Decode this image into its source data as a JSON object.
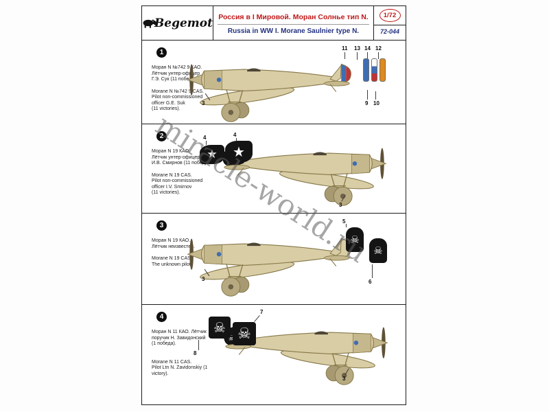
{
  "header": {
    "brand": "Begemot",
    "title_ru": "Россия в I Мировой. Моран Солнье тип N.",
    "title_en": "Russia in WW I.  Morane Saulnier type N.",
    "scale_badge": "1/72",
    "product_code": "72-044"
  },
  "watermark": "miracle-world.ru",
  "colors": {
    "accent_red": "#c01818",
    "navy": "#233180",
    "roundel_blue": "#3f6db3",
    "flag_red": "#bf3434",
    "orange": "#dd8a1f",
    "tan": "#d9cda6",
    "tan_dark": "#c6b88d",
    "outline": "#857747",
    "marking_black": "#161616"
  },
  "sections": [
    {
      "number": "1",
      "text_ru": "Моран N  №742 9 КАО.\nЛётчик унтер-офицер\nГ.Э. Сук (11 побед).",
      "text_en": "Morane N  №742 9 CAS.\nPilot non-commissioned\nofficer  G.E. Suk\n(11 victories).",
      "plane": {
        "facing": "left",
        "tail": "tricolor"
      },
      "callouts": [
        {
          "label": "11"
        },
        {
          "label": "13"
        },
        {
          "label": "14"
        },
        {
          "label": "12"
        },
        {
          "label": "9"
        },
        {
          "label": "10"
        },
        {
          "label": "3"
        }
      ]
    },
    {
      "number": "2",
      "text_ru": "Моран N  19 КАО.\nЛётчик унтер-офицер\nИ.В. Смирнов (11 побед).",
      "text_en": "Morane N  19 CAS.\nPilot non-commissioned\nofficer  I.V. Smirnov\n(11 victories).",
      "plane": {
        "facing": "right",
        "tail": "blackstar"
      },
      "decals": [
        {
          "symbol": "★"
        },
        {
          "symbol": "★"
        }
      ],
      "callouts": [
        {
          "label": "4"
        },
        {
          "label": "4"
        },
        {
          "label": "3"
        }
      ]
    },
    {
      "number": "3",
      "text_ru": "Моран N  19 КАО.\nЛётчик неизвестен.",
      "text_en": "Morane N  19 CAS.\nThe unknown pilot.",
      "plane": {
        "facing": "left",
        "tail": "plain"
      },
      "decals": [
        {
          "symbol": "☠"
        },
        {
          "symbol": "☠"
        }
      ],
      "callouts": [
        {
          "label": "5"
        },
        {
          "label": "6"
        },
        {
          "label": "3"
        }
      ]
    },
    {
      "number": "4",
      "text_ru": "Моран N  11 КАО. Лётчик\nпоручик Н. Завидонский\n(1 победа).",
      "text_en": "Morane N  11 CAS.\nPilot Ltn N. Zavidonskiy (1 victory).",
      "plane": {
        "facing": "right",
        "tail": "blackskull"
      },
      "decals": [
        {
          "symbol": "☠"
        },
        {
          "symbol": "☠"
        }
      ],
      "callouts": [
        {
          "label": "7"
        },
        {
          "label": "8"
        },
        {
          "label": "3"
        }
      ]
    }
  ]
}
